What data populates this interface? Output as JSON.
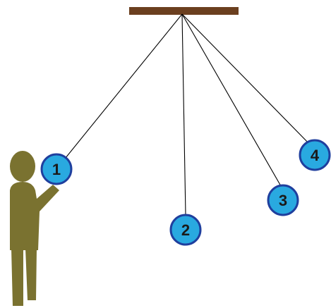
{
  "colors": {
    "ceiling_bar": "#6b3f1f",
    "string": "#000000",
    "ball_fill": "#29a9e0",
    "ball_stroke": "#1f3f9e",
    "ball_text": "#1a1a1a",
    "person": "#7a7230"
  },
  "balls": [
    {
      "label": "1"
    },
    {
      "label": "2"
    },
    {
      "label": "3"
    },
    {
      "label": "4"
    }
  ]
}
